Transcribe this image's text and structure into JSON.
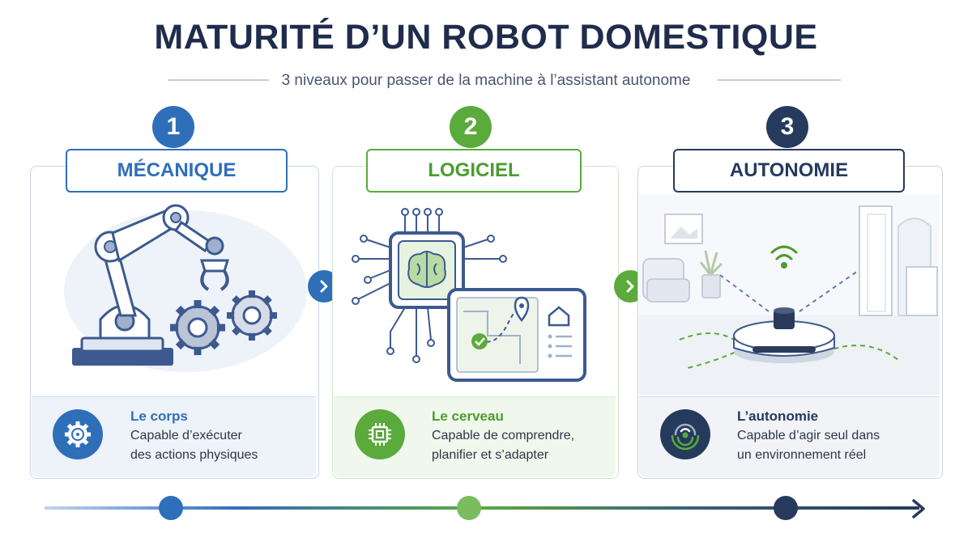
{
  "header": {
    "title": "MATURITÉ D’UN ROBOT DOMESTIQUE",
    "subtitle": "3 niveaux pour passer de la machine à l’assistant autonome"
  },
  "stages": [
    {
      "number": "1",
      "label": "MÉCANIQUE",
      "title": "Le corps",
      "desc_line1": "Capable d’exécuter",
      "desc_line2": "des actions physiques",
      "color": "#2f6fba"
    },
    {
      "number": "2",
      "label": "LOGICIEL",
      "title": "Le cerveau",
      "desc_line1": "Capable de comprendre,",
      "desc_line2": "planifier et s’adapter",
      "color": "#5aaa3c"
    },
    {
      "number": "3",
      "label": "AUTONOMIE",
      "title": "L’autonomie",
      "desc_line1": "Capable d’agir seul dans",
      "desc_line2": "un environnement réel",
      "color": "#263a5e"
    }
  ],
  "colors": {
    "blue": "#2f6fba",
    "green": "#5aaa3c",
    "navy": "#263a5e",
    "title": "#1f2c4c"
  },
  "icons": {
    "stage1_illustration": "robot-arm-with-gears",
    "stage2_illustration": "brain-chip-and-tablet-map",
    "stage3_illustration": "robot-vacuum-in-living-room",
    "stage1_icon": "gear-icon",
    "stage2_icon": "chip-icon",
    "stage3_icon": "radar-icon",
    "arrows": "chevron-right-icon",
    "timeline_end": "arrow-right-icon"
  }
}
